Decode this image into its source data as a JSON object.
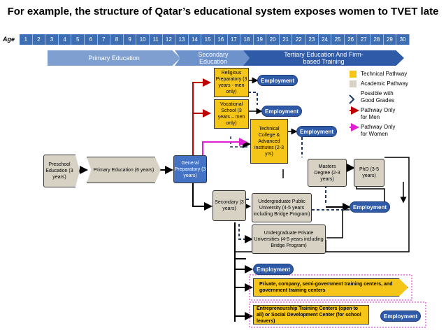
{
  "title": "For example, the structure of Qatar’s educational system exposes women to TVET late",
  "age_label": "Age",
  "ages": [
    "1",
    "2",
    "3",
    "4",
    "5",
    "6",
    "7",
    "8",
    "9",
    "10",
    "11",
    "12",
    "13",
    "14",
    "15",
    "16",
    "17",
    "18",
    "19",
    "20",
    "21",
    "22",
    "23",
    "24",
    "25",
    "26",
    "27",
    "28",
    "29",
    "30"
  ],
  "bands": {
    "primary": "Primary Education",
    "secondary": "Secondary Education",
    "tertiary": "Tertiary Education And Firm-based Training"
  },
  "boxes": {
    "preschool": "Preschool Education (3 years)",
    "primary": "Primary Education (6 years)",
    "general_prep": "General Preparatory (3 years)",
    "religious": "Religious Preparatory (3 years - men only)",
    "vocational": "Vocational School (3 years – men only)",
    "technical": "Technical College & Advanced institutes (2-3 yrs)",
    "secondary": "Secondary (3 years)",
    "public_uni": "Undergraduate Public University (4-5 years including Bridge Program)",
    "private_uni": "Undergraduate Private Universities (4-5 years including Bridge Program)",
    "masters": "Masters Degree (2-3 years)",
    "phd": "PhD (3-5 years)",
    "private_sector": "Private, company, semi-government training centers, and government training centers",
    "entrepreneurship": "Entrepreneurship Training Centers (open to all) or Social Development Center (for school leavers)"
  },
  "employment_label": "Employment",
  "legend": {
    "technical": "Technical Pathway",
    "academic": "Academic Pathway",
    "good_grades": "Possible with Good Grades",
    "men": "Pathway Only for Men",
    "women": "Pathway Only for Women"
  },
  "colors": {
    "age_strip": "#3d6eb4",
    "primary_band": "#7f9fd1",
    "secondary_band": "#6d92cc",
    "tertiary_band": "#2f5aa8",
    "technical": "#f5c518",
    "academic": "#d8d2c4",
    "men": "#c00000",
    "women": "#e020d0",
    "employment": "#2f5aa8"
  }
}
